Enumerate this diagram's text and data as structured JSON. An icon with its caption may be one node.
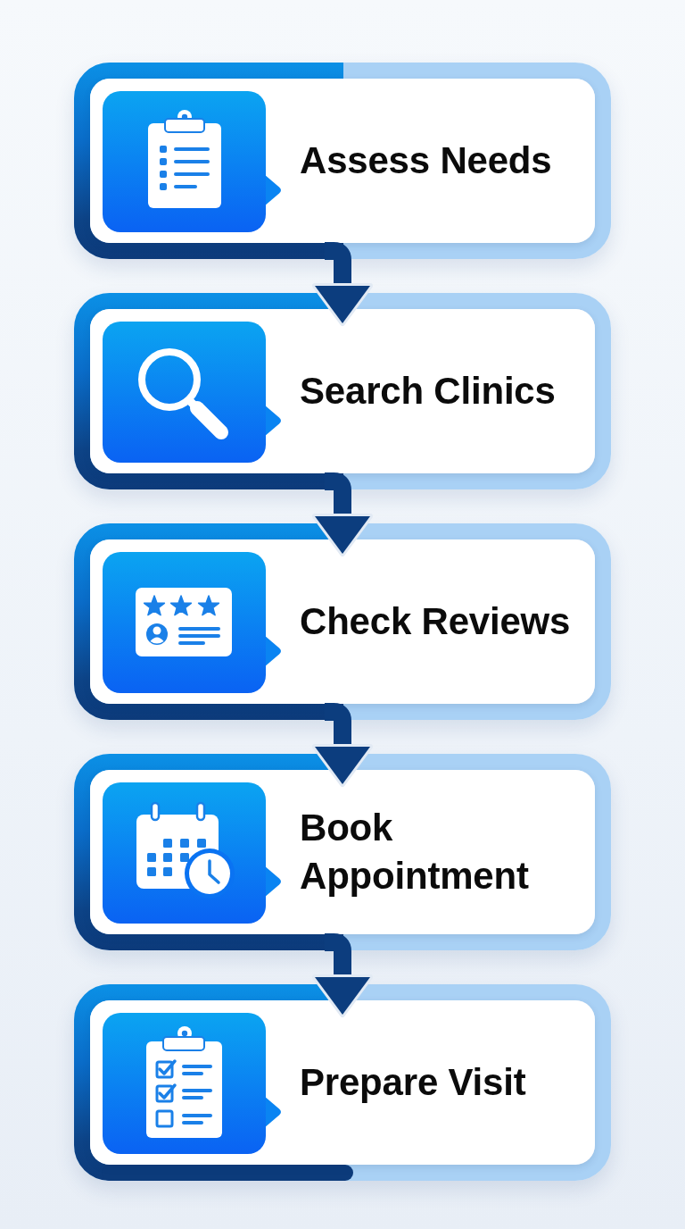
{
  "diagram": {
    "nodes": [
      {
        "text": [
          "Assess Needs"
        ]
      },
      {
        "text": [
          "Search Clinics"
        ]
      },
      {
        "text": [
          "Check Reviews"
        ]
      },
      {
        "text": [
          "Book Appointment"
        ]
      },
      {
        "text": [
          "Prepare Visit"
        ]
      }
    ],
    "edges": [
      {
        "from": 0,
        "to": 1,
        "arrow": "to"
      },
      {
        "from": 1,
        "to": 2,
        "arrow": "to"
      },
      {
        "from": 2,
        "to": 3,
        "arrow": "to"
      },
      {
        "from": 3,
        "to": 4,
        "arrow": "to"
      }
    ]
  }
}
